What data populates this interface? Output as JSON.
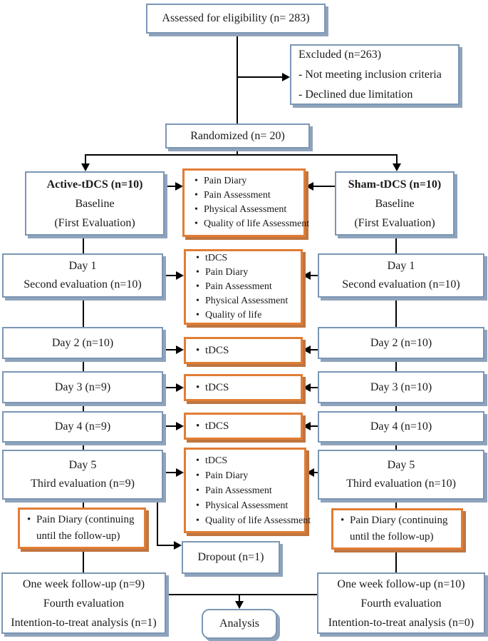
{
  "boxes": {
    "assessed": {
      "text": "Assessed for eligibility (n= 283)"
    },
    "excluded": {
      "title": "Excluded (n=263)",
      "items": [
        "- Not meeting inclusion criteria",
        "- Declined due limitation"
      ]
    },
    "randomized": {
      "text": "Randomized (n= 20)"
    },
    "active_baseline": {
      "title": "Active-tDCS (n=10)",
      "line2": "Baseline",
      "line3": "(First Evaluation)"
    },
    "sham_baseline": {
      "title": "Sham-tDCS (n=10)",
      "line2": "Baseline",
      "line3": "(First Evaluation)"
    },
    "baseline_assessments": {
      "items": [
        "Pain Diary",
        "Pain Assessment",
        "Physical Assessment",
        "Quality of life Assessment"
      ]
    },
    "day1_left": {
      "line1": "Day 1",
      "line2": "Second evaluation (n=10)"
    },
    "day1_assessments": {
      "items": [
        "tDCS",
        "Pain Diary",
        "Pain Assessment",
        "Physical Assessment",
        "Quality of life"
      ]
    },
    "day1_right": {
      "line1": "Day 1",
      "line2": "Second evaluation (n=10)"
    },
    "day2_left": {
      "text": "Day 2 (n=10)"
    },
    "day2_tdcs": {
      "items": [
        "tDCS"
      ]
    },
    "day2_right": {
      "text": "Day 2 (n=10)"
    },
    "day3_left": {
      "text": "Day 3 (n=9)"
    },
    "day3_tdcs": {
      "items": [
        "tDCS"
      ]
    },
    "day3_right": {
      "text": "Day 3 (n=10)"
    },
    "day4_left": {
      "text": "Day 4 (n=9)"
    },
    "day4_tdcs": {
      "items": [
        "tDCS"
      ]
    },
    "day4_right": {
      "text": "Day 4 (n=10)"
    },
    "day5_left": {
      "line1": "Day 5",
      "line2": "Third evaluation (n=9)"
    },
    "day5_assessments": {
      "items": [
        "tDCS",
        "Pain Diary",
        "Pain Assessment",
        "Physical Assessment",
        "Quality of life Assessment"
      ]
    },
    "day5_right": {
      "line1": "Day 5",
      "line2": "Third evaluation (n=10)"
    },
    "pain_diary_left": {
      "items": [
        "Pain Diary (continuing until the follow-up)"
      ]
    },
    "pain_diary_right": {
      "items": [
        "Pain Diary (continuing until the follow-up)"
      ]
    },
    "dropout": {
      "text": "Dropout (n=1)"
    },
    "followup_left": {
      "line1": "One week follow-up (n=9)",
      "line2": "Fourth evaluation",
      "line3": "Intention-to-treat analysis (n=1)"
    },
    "followup_right": {
      "line1": "One week follow-up (n=10)",
      "line2": "Fourth evaluation",
      "line3": "Intention-to-treat analysis (n=0)"
    },
    "analysis": {
      "text": "Analysis"
    }
  },
  "colors": {
    "blue_border": "#7b96b5",
    "blue_shadow": "#8fa3bb",
    "orange_border": "#e17d35",
    "orange_shadow": "#bf7540",
    "line": "#000000",
    "text": "#1a1a1a"
  }
}
